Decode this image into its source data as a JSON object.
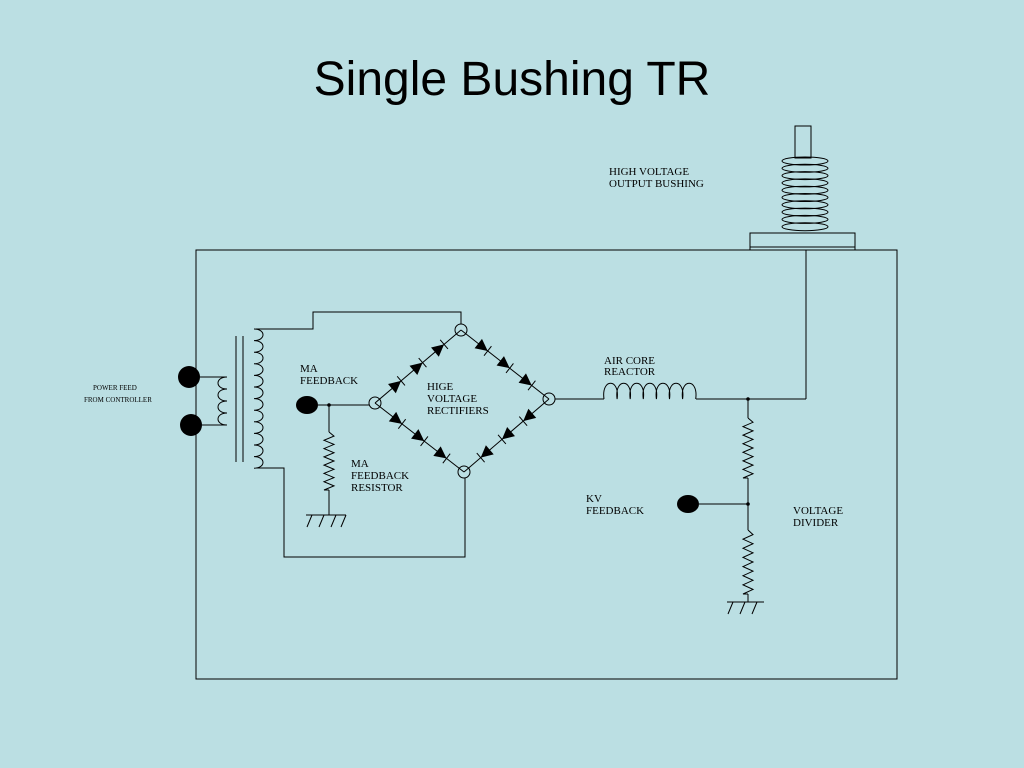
{
  "title": "Single Bushing TR",
  "labels": {
    "hv_bushing": [
      "HIGH  VOLTAGE",
      "OUTPUT  BUSHING"
    ],
    "power_feed": [
      "POWER FEED",
      "FROM CONTROLLER"
    ],
    "ma_feedback": [
      "MA",
      "FEEDBACK"
    ],
    "rectifiers": [
      "HIGE",
      "VOLTAGE",
      "RECTIFIERS"
    ],
    "ma_resistor": [
      "MA",
      "FEEDBACK",
      "RESISTOR"
    ],
    "air_core": [
      "AIR  CORE",
      "REACTOR"
    ],
    "kv_feedback": [
      "KV",
      "FEEDBACK"
    ],
    "voltage_divider": [
      "VOLTAGE",
      "DIVIDER"
    ]
  },
  "colors": {
    "background": "#bbdfe3",
    "line": "#000000"
  }
}
